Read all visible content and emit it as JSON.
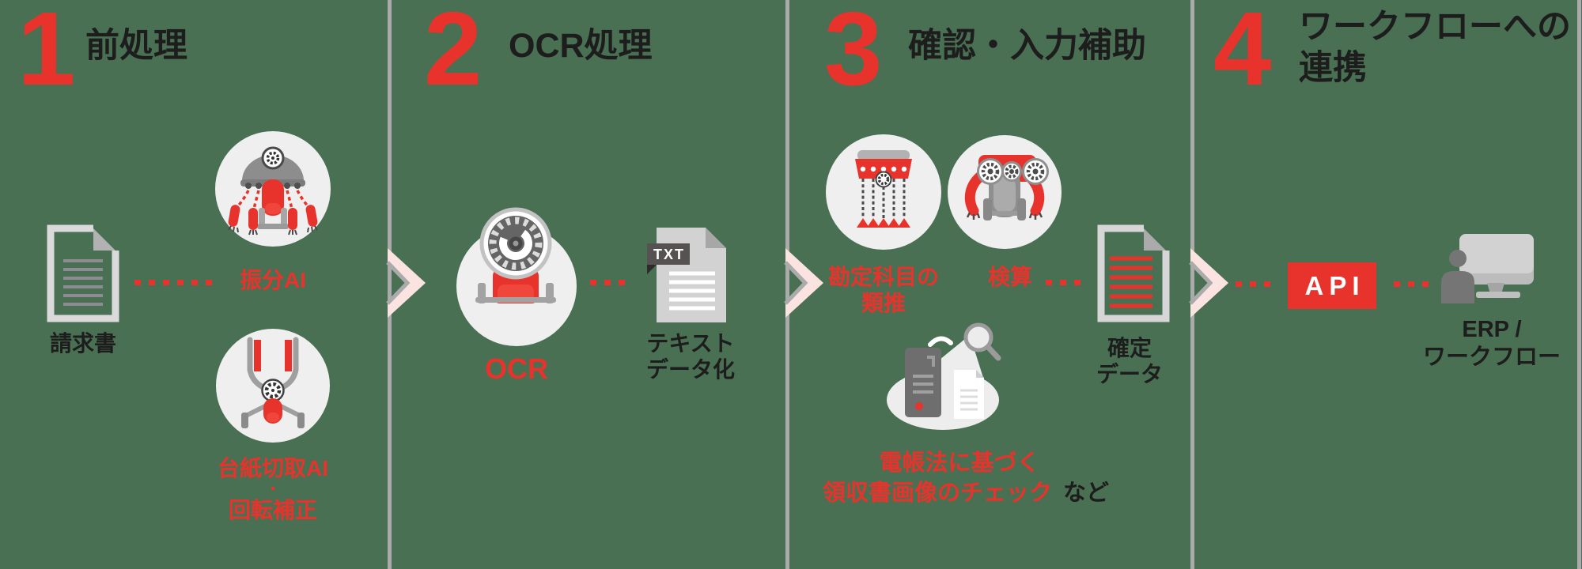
{
  "colors": {
    "background": "#4a7053",
    "accent_red": "#e7332b",
    "arrow_pink": "#fae3e0",
    "divider_gray": "#ababab",
    "icon_circle_bg": "#efeff0",
    "text_black": "#1d1d1d"
  },
  "steps": [
    {
      "number": "1",
      "title": "前処理"
    },
    {
      "number": "2",
      "title": "OCR処理"
    },
    {
      "number": "3",
      "title": "確認・入力補助"
    },
    {
      "number": "4",
      "title_line1": "ワークフローへの",
      "title_line2": "連携"
    }
  ],
  "step1": {
    "input_document_label": "請求書",
    "sorting_ai_label": "振分AI",
    "crop_ai_label_line1": "台紙切取AI",
    "crop_ai_separator": "・",
    "crop_ai_label_line2": "回転補正"
  },
  "step2": {
    "ocr_label": "OCR",
    "txt_badge_text": "TXT",
    "output_label_line1": "テキスト",
    "output_label_line2": "データ化"
  },
  "step3": {
    "account_inference_label_line1": "勘定科目の",
    "account_inference_label_line2": "類推",
    "verification_label": "検算",
    "note_line1": "電帳法に基づく",
    "note_line2_highlight": "領収書画像のチェック",
    "note_line2_suffix": "など",
    "confirmed_data_label_line1": "確定",
    "confirmed_data_label_line2": "データ"
  },
  "step4": {
    "api_badge_text": "API",
    "destination_label_line1": "ERP /",
    "destination_label_line2": "ワークフロー"
  }
}
